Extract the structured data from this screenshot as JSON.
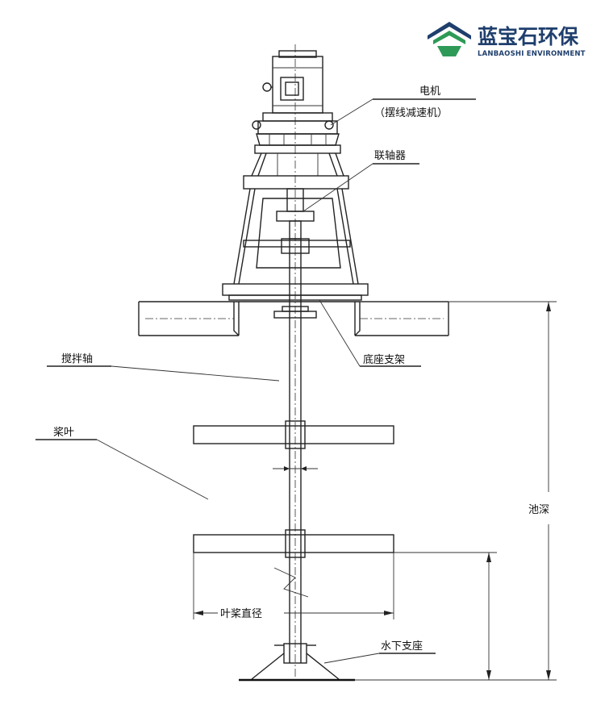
{
  "brand": {
    "name_cn": "蓝宝石环保",
    "name_en": "LANBAOSHI ENVIRONMENT",
    "colors": {
      "navy": "#1f3f6d",
      "green": "#2e9a57"
    }
  },
  "labels": {
    "motor": "电机",
    "reducer": "（摆线减速机）",
    "coupling": "联轴器",
    "base_support": "底座支架",
    "shaft": "搅拌轴",
    "blade": "桨叶",
    "tank_depth": "池深",
    "blade_diameter": "叶桨直径",
    "underwater_support": "水下支座"
  }
}
